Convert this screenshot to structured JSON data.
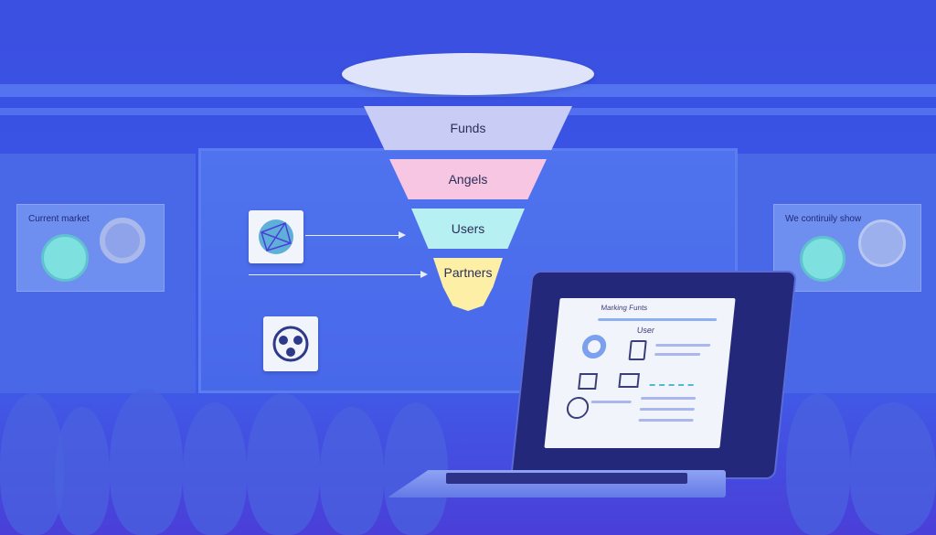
{
  "funnel": {
    "tiers": [
      "Funds",
      "Angels",
      "Users",
      "Partners"
    ]
  },
  "side_panels": {
    "left_label": "Current market",
    "right_label": "We contiruily show"
  },
  "laptop": {
    "title": "Marking Funts",
    "user_label": "User"
  },
  "colors": {
    "background": "#3b4fe0",
    "tier_funds": "#c9cdf6",
    "tier_angels": "#f6c6e2",
    "tier_users": "#b7f0f2",
    "tier_partners": "#fdf0a6"
  }
}
